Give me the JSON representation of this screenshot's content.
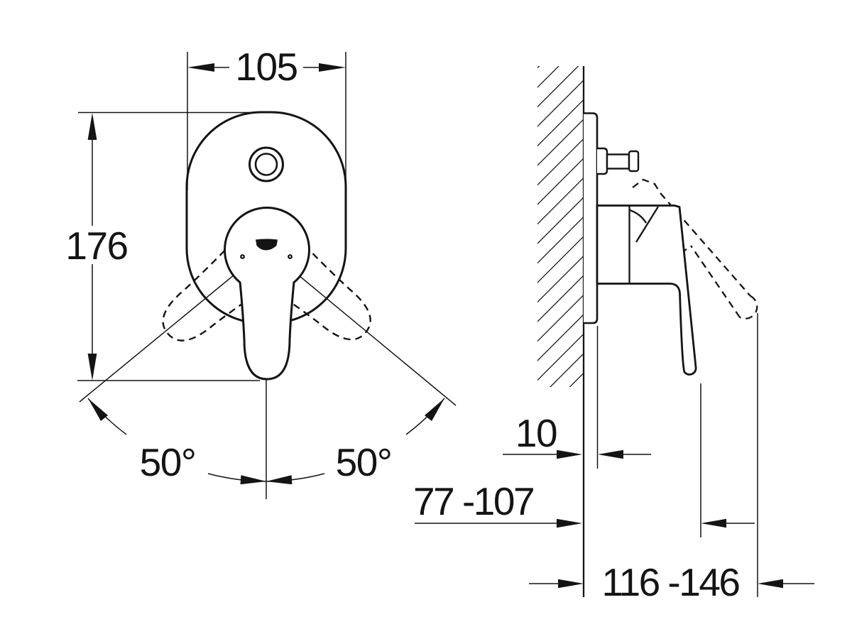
{
  "drawing": {
    "background": "#ffffff",
    "stroke_color": "#141414",
    "front_view": {
      "width_label": "105",
      "height_label": "176",
      "swing_left_label": "50°",
      "swing_right_label": "50°"
    },
    "side_view": {
      "plate_offset_label": "10",
      "body_depth_label": "77 -107",
      "lever_depth_label": "116 -146"
    }
  }
}
